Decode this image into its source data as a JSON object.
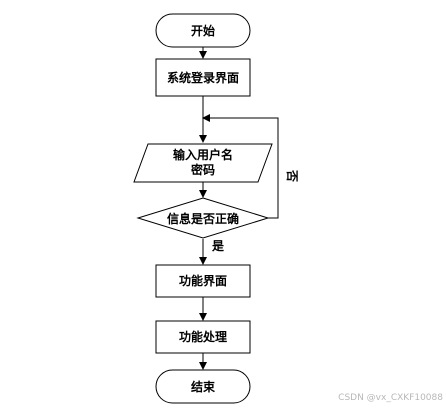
{
  "flowchart": {
    "start_label": "开始",
    "login_screen_label": "系统登录界面",
    "input_lines": [
      "输入用户名",
      "密码"
    ],
    "decision_label": "信息是否正确",
    "yes_label": "是",
    "no_label": "否",
    "function_screen_label": "功能界面",
    "function_process_label": "功能处理",
    "end_label": "结束"
  },
  "watermark": "CSDN @vx_CXKF10088",
  "colors": {
    "stroke": "#000000",
    "fill": "#ffffff",
    "watermark": "#b8b8b8"
  }
}
